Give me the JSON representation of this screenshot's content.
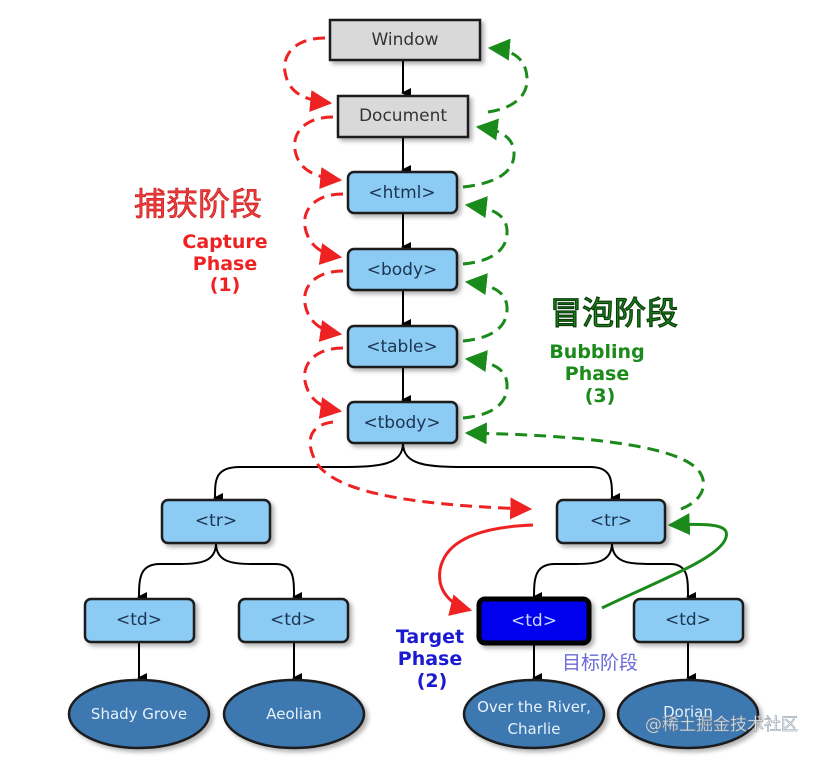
{
  "nodes": {
    "window": "Window",
    "document": "Document",
    "html": "<html>",
    "body": "<body>",
    "table": "<table>",
    "tbody": "<tbody>",
    "tr_left": "<tr>",
    "tr_right": "<tr>",
    "td_1": "<td>",
    "td_2": "<td>",
    "td_target": "<td>",
    "td_4": "<td>"
  },
  "leaves": {
    "leaf_1": "Shady Grove",
    "leaf_2": "Aeolian",
    "leaf_3_line1": "Over the River,",
    "leaf_3_line2": "Charlie",
    "leaf_4": "Dorian"
  },
  "labels": {
    "capture_cn": "捕获阶段",
    "capture_en_1": "Capture",
    "capture_en_2": "Phase",
    "capture_num": "(1)",
    "bubbling_cn": "冒泡阶段",
    "bubbling_en_1": "Bubbling",
    "bubbling_en_2": "Phase",
    "bubbling_num": "(3)",
    "target_en_1": "Target",
    "target_en_2": "Phase",
    "target_num": "(2)",
    "target_cn": "目标阶段"
  },
  "watermark": "@稀土掘金技术社区",
  "colors": {
    "capture": "#ee2222",
    "bubbling": "#1a8a1a",
    "target": "#1a1ad0",
    "node_fill": "#8ccbf4",
    "gray_fill": "#d9d9d9",
    "leaf_fill": "#3c78b0",
    "target_fill": "#0000ee"
  }
}
